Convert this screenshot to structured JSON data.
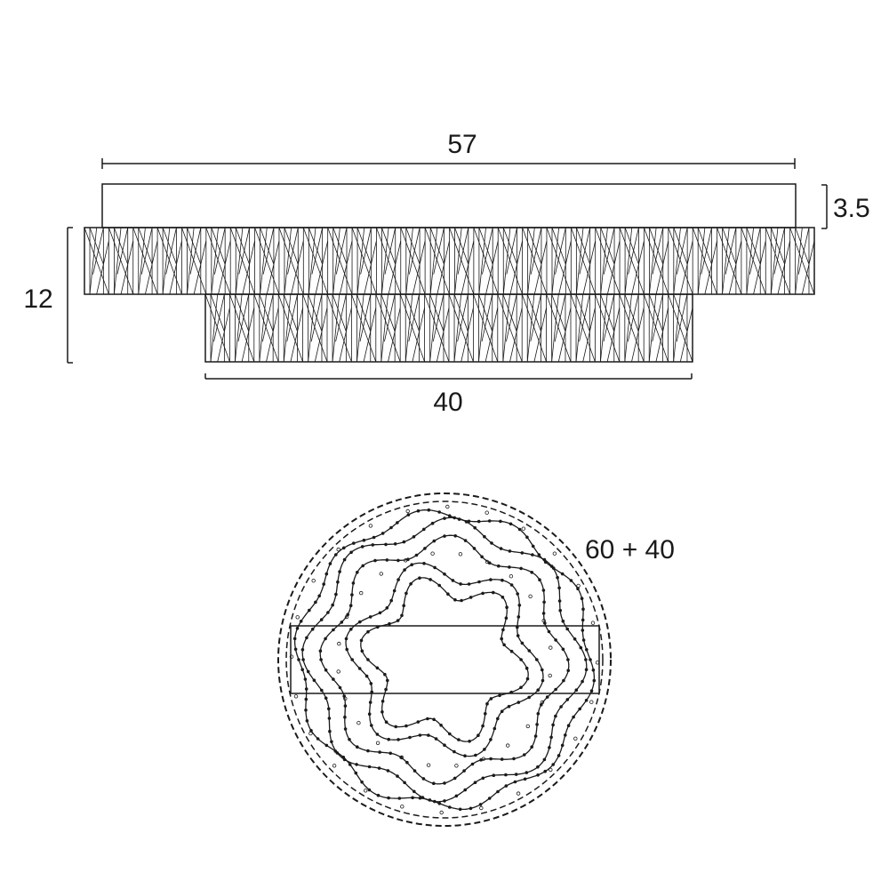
{
  "dimensions": {
    "top_width": "57",
    "mount_height": "3.5",
    "total_height": "12",
    "bottom_width": "40",
    "plan_diameter": "60 + 40"
  },
  "colors": {
    "line": "#1a1a1a",
    "background": "#ffffff"
  }
}
